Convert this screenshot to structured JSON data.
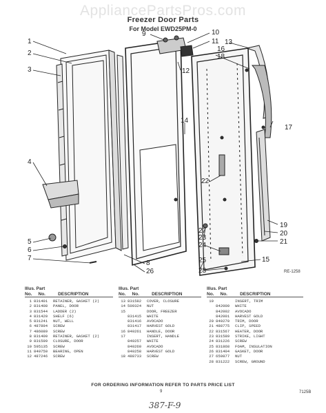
{
  "watermark": "AppliancePartsPros.com",
  "title": "Freezer Door Parts",
  "model": "For Model EWD25PM-0",
  "callouts": [
    "1",
    "2",
    "3",
    "4",
    "5",
    "6",
    "7",
    "8",
    "9",
    "10",
    "11",
    "12",
    "13",
    "14",
    "15",
    "16",
    "17",
    "18",
    "19",
    "20",
    "21",
    "22",
    "23",
    "24",
    "25",
    "26",
    "27",
    "28"
  ],
  "ref_code": "RE-1258",
  "parts_table": {
    "headers": {
      "illus": "Illus.",
      "no": "No.",
      "part": "Part",
      "description": "DESCRIPTION"
    },
    "col1": [
      [
        "1",
        "831401",
        "RETAINER, GASKET (2)"
      ],
      [
        "2",
        "831408",
        "PANEL, DOOR"
      ],
      [
        "3",
        "831544",
        "LADDER (2)"
      ],
      [
        "4",
        "831420",
        "SHELF (6)"
      ],
      [
        "5",
        "831241",
        "NUT, WELL"
      ],
      [
        "6",
        "487894",
        "SCREW"
      ],
      [
        "7",
        "486089",
        "SCREW"
      ],
      [
        "8",
        "831400",
        "RETAINER, GASKET (2)"
      ],
      [
        "9",
        "831599",
        "CLOSURE, DOOR"
      ],
      [
        "10",
        "595135",
        "SCREW"
      ],
      [
        "11",
        "840750",
        "BEARING, OPEN"
      ],
      [
        "12",
        "487246",
        "SCREW"
      ]
    ],
    "col2": [
      [
        "13",
        "831582",
        "COVER, CLOSURE"
      ],
      [
        "14",
        "509324",
        "NUT"
      ],
      [
        "15",
        "",
        "DOOR, FREEZER"
      ],
      [
        "",
        "831415",
        "WHITE"
      ],
      [
        "",
        "831416",
        "AVOCADO"
      ],
      [
        "",
        "831417",
        "HARVEST GOLD"
      ],
      [
        "16",
        "840261",
        "HANDLE, DOOR"
      ],
      [
        "17",
        "",
        "INSERT, HANDLE"
      ],
      [
        "",
        "840257",
        "WHITE"
      ],
      [
        "",
        "840260",
        "AVOCADO"
      ],
      [
        "",
        "840258",
        "HARVEST GOLD"
      ],
      [
        "18",
        "488733",
        "SCREW"
      ]
    ],
    "col3": [
      [
        "19",
        "",
        "INSERT, TRIM"
      ],
      [
        "",
        "842000",
        "WHITE"
      ],
      [
        "",
        "842002",
        "AVOCADO"
      ],
      [
        "",
        "842001",
        "HARVEST GOLD"
      ],
      [
        "20",
        "840270",
        "TRIM, DOOR"
      ],
      [
        "21",
        "488775",
        "CLIP, SPEED"
      ],
      [
        "22",
        "831567",
        "HEATER, DOOR"
      ],
      [
        "23",
        "831589",
        "STRIKE, LIGHT"
      ],
      [
        "24",
        "831226",
        "SCREW"
      ],
      [
        "25",
        "831868",
        "FOAM, INSULATION"
      ],
      [
        "26",
        "831404",
        "GASKET, DOOR"
      ],
      [
        "27",
        "659877",
        "NUT"
      ],
      [
        "28",
        "831222",
        "SCREW, GROUND"
      ]
    ]
  },
  "footer": "FOR ORDERING INFORMATION REFER TO PARTS PRICE LIST",
  "page_number": "9",
  "doc_code": "7125B",
  "handwritten": "387-F-9"
}
